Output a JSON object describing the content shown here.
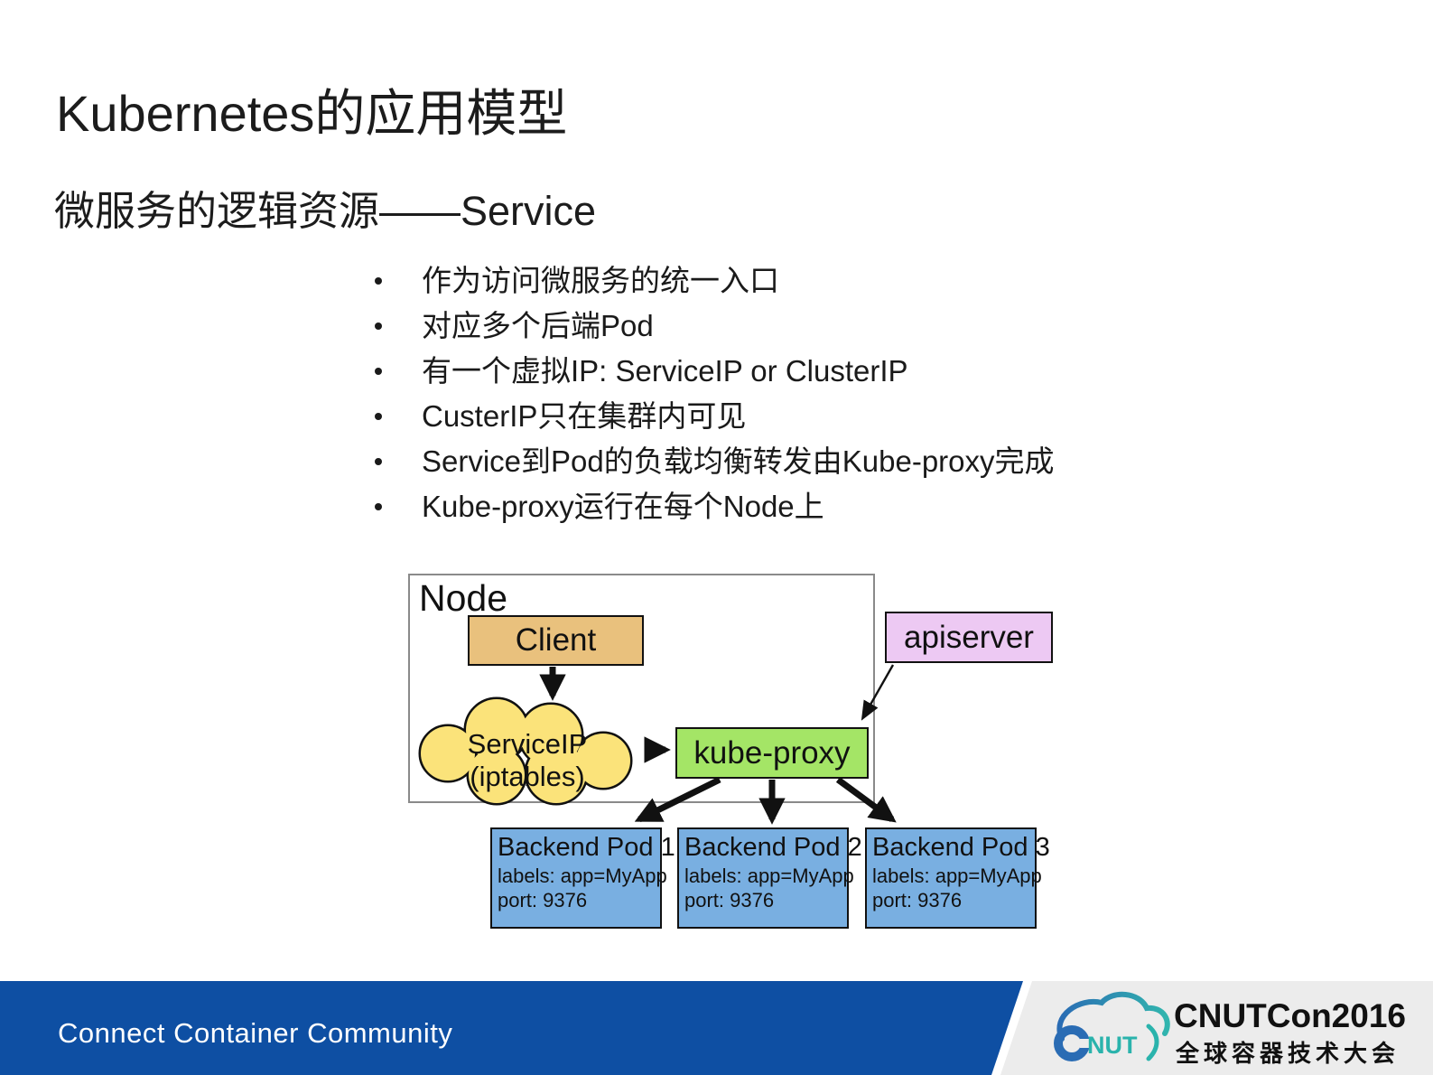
{
  "slide": {
    "title": "Kubernetes的应用模型",
    "subtitle": "微服务的逻辑资源——Service",
    "bullets": [
      "作为访问微服务的统一入口",
      "对应多个后端Pod",
      "有一个虚拟IP: ServiceIP or ClusterIP",
      "CusterIP只在集群内可见",
      "Service到Pod的负载均衡转发由Kube-proxy完成",
      "Kube-proxy运行在每个Node上"
    ]
  },
  "diagram": {
    "node_label": "Node",
    "client_label": "Client",
    "cloud_line1": "ServiceIP",
    "cloud_line2": "(iptables)",
    "kube_proxy_label": "kube-proxy",
    "apiserver_label": "apiserver",
    "pods": [
      {
        "title": "Backend Pod 1",
        "labels": "labels: app=MyApp",
        "port": "port: 9376"
      },
      {
        "title": "Backend Pod 2",
        "labels": "labels: app=MyApp",
        "port": "port: 9376"
      },
      {
        "title": "Backend Pod 3",
        "labels": "labels: app=MyApp",
        "port": "port: 9376"
      }
    ]
  },
  "footer": {
    "tagline": "Connect Container Community",
    "logo_text": "NUT",
    "brand_title": "CNUTCon2016",
    "brand_subtitle": "全球容器技术大会"
  },
  "colors": {
    "text": "#1a1a1a",
    "footer_blue": "#0e4fa3",
    "footer_gray": "#ececec",
    "client_fill": "#e9c17d",
    "cloud_fill": "#fbe37a",
    "kube_proxy_fill": "#a4e566",
    "apiserver_fill": "#edc9f3",
    "pod_fill": "#79afe1",
    "node_border": "#8a8a8a",
    "logo_blue": "#2a6cb4",
    "logo_teal": "#2ab3ac"
  }
}
